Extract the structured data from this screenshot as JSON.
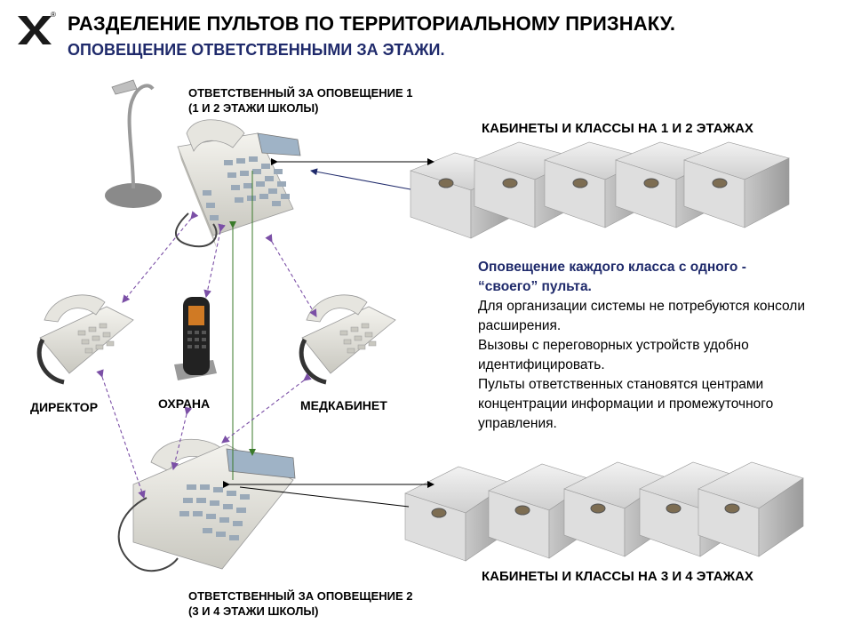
{
  "header": {
    "title": "РАЗДЕЛЕНИЕ ПУЛЬТОВ ПО ТЕРРИТОРИАЛЬНОМУ ПРИЗНАКУ.",
    "subtitle": "ОПОВЕЩЕНИЕ ОТВЕТСТВЕННЫМИ ЗА ЭТАЖИ.",
    "logo_mark": "®"
  },
  "console1": {
    "line1": "ОТВЕТСТВЕННЫЙ ЗА ОПОВЕЩЕНИЕ 1",
    "line2": "(1 И 2 ЭТАЖИ ШКОЛЫ)"
  },
  "console2": {
    "line1": "ОТВЕТСТВЕННЫЙ ЗА ОПОВЕЩЕНИЕ 2",
    "line2": "(3 И 4 ЭТАЖИ ШКОЛЫ)"
  },
  "rooms_top": "КАБИНЕТЫ И КЛАССЫ НА  1 И 2 ЭТАЖАХ",
  "rooms_bottom": "КАБИНЕТЫ И КЛАССЫ НА  3 И 4 ЭТАЖАХ",
  "phones": {
    "director": "ДИРЕКТОР",
    "security": "ОХРАНА",
    "medical": "МЕДКАБИНЕТ"
  },
  "info": {
    "bold1": "Оповещение каждого класса с одного -",
    "bold2": "“своего” пульта.",
    "p1": "Для организации системы не потребуются консоли расширения.",
    "p2": "Вызовы с переговорных устройств удобно идентифицировать.",
    "p3": "Пульты ответственных становятся центрами концентрации информации и промежуточного управления."
  },
  "colors": {
    "accent": "#1f2a6b",
    "dashed_link": "#7b4fa6",
    "green_link": "#3a7a2a"
  }
}
